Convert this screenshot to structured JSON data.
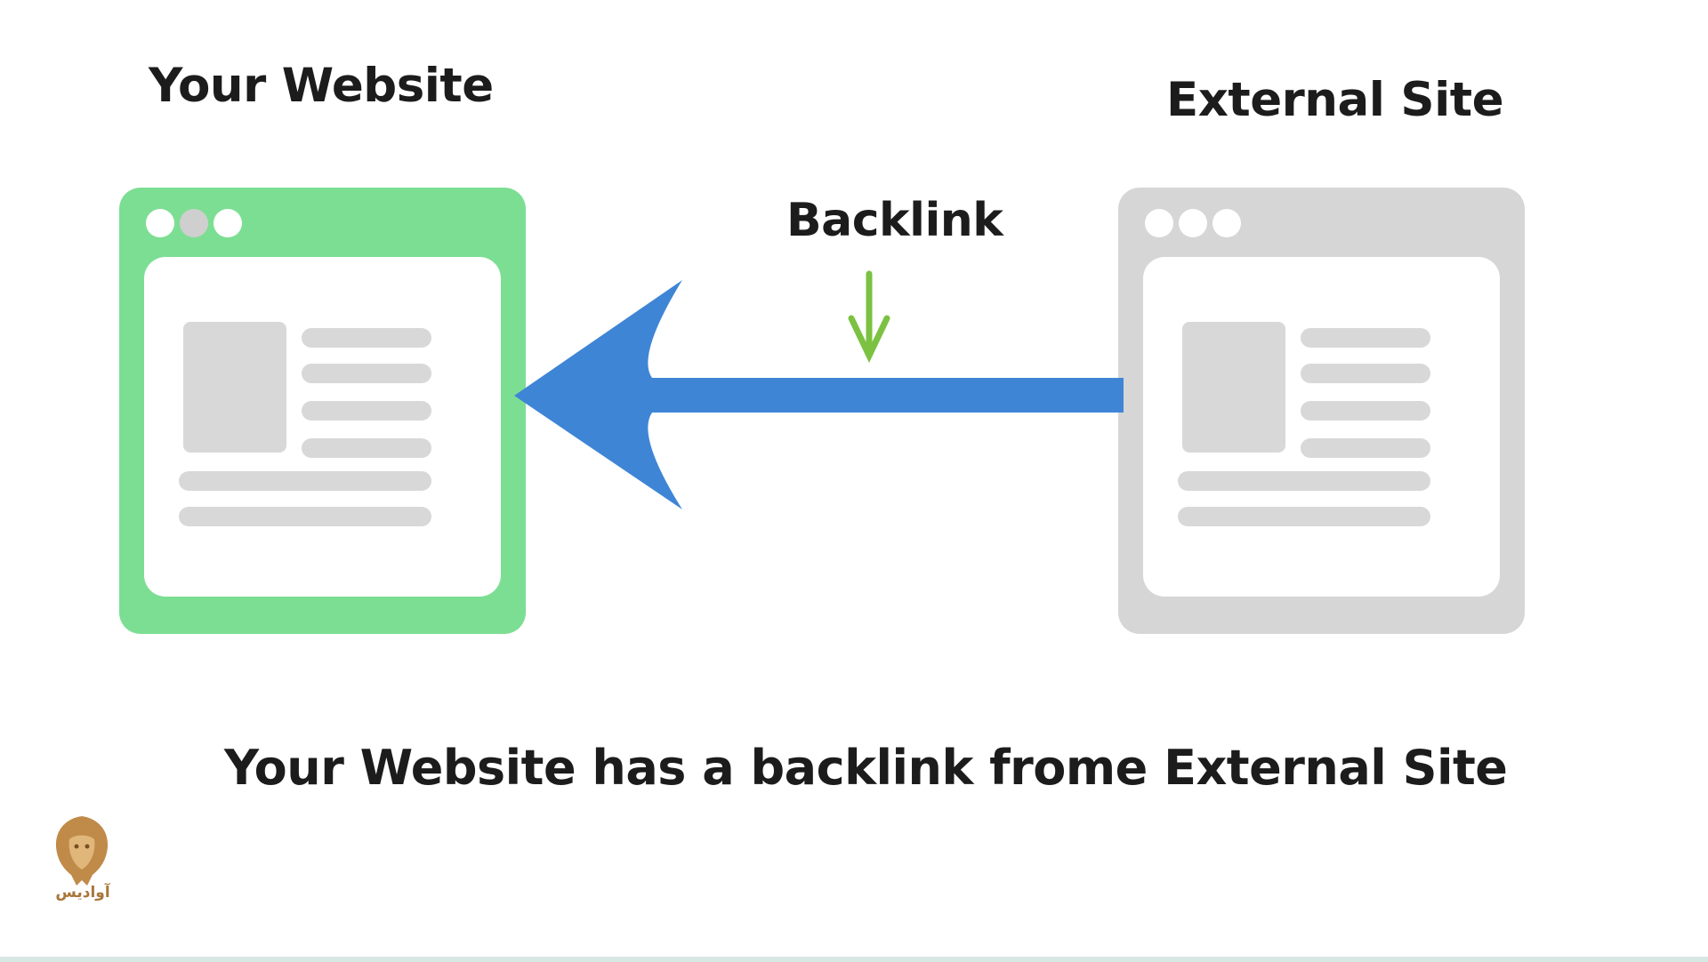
{
  "labels": {
    "your_website": "Your Website",
    "external_site": "External Site",
    "backlink": "Backlink",
    "caption": "Your Website has a backlink frome External Site"
  },
  "logo": {
    "text": "آوادیس"
  },
  "colors": {
    "your_site": "#7cde93",
    "external_site": "#d6d6d6",
    "arrow": "#3f85d6",
    "pointer": "#7cc242",
    "placeholder": "#d8d8d8",
    "logo": "#a8763a"
  },
  "icons": {
    "arrow": "left-arrow-icon",
    "pointer": "down-arrow-icon",
    "logo": "lion-head-icon"
  }
}
